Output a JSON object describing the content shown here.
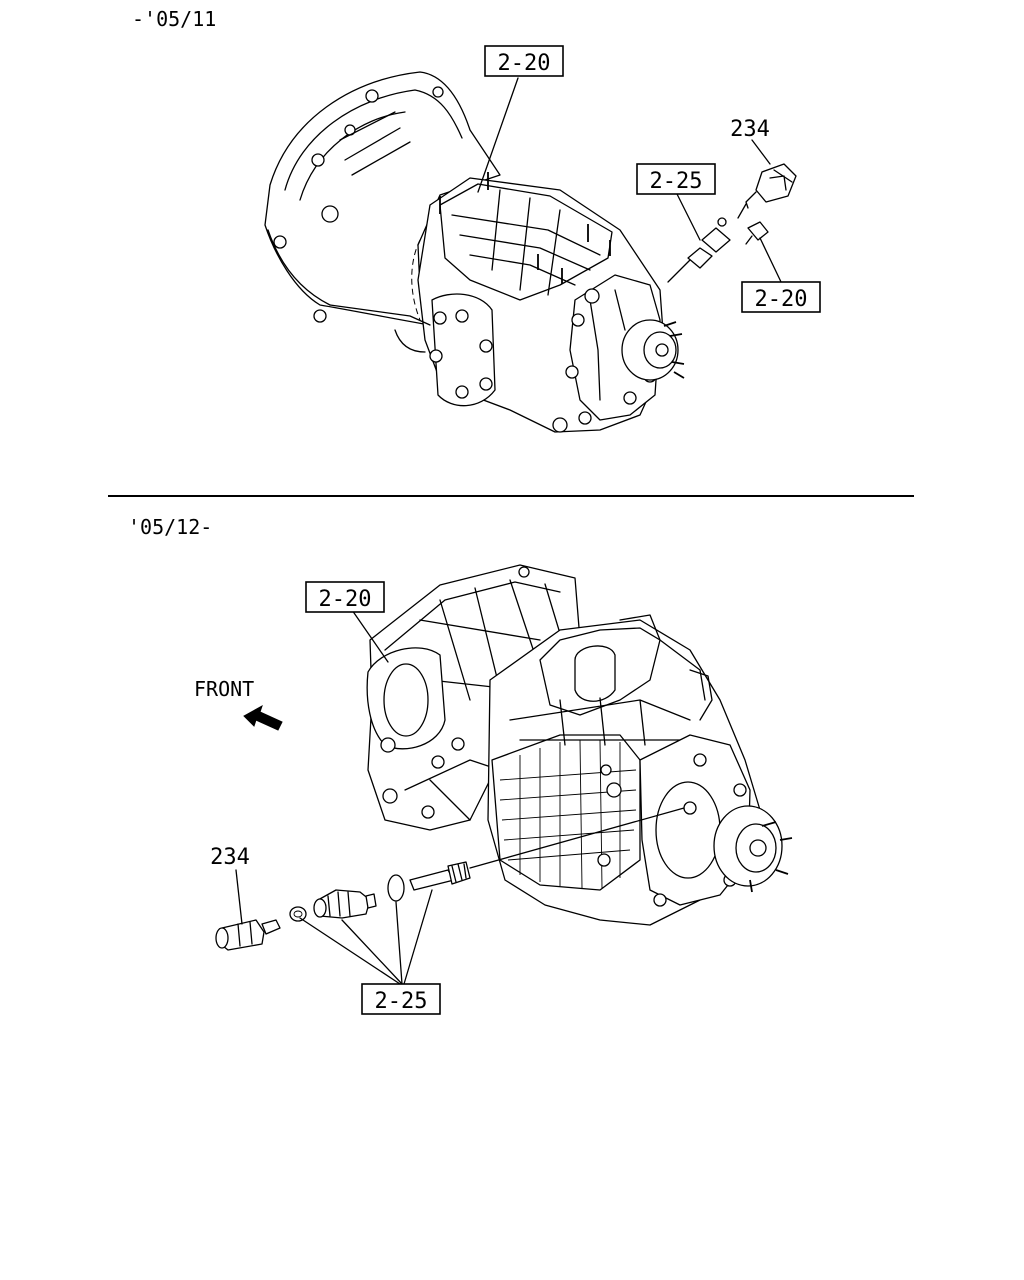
{
  "top_section": {
    "period_label": "-'05/11",
    "callouts": {
      "ref_case": "2-20",
      "ref_speedo_driven": "2-25",
      "part_sensor": "234",
      "ref_bolt": "2-20"
    }
  },
  "bottom_section": {
    "period_label": "'05/12-",
    "front_label": "FRONT",
    "callouts": {
      "ref_case": "2-20",
      "part_sensor": "234",
      "ref_speedo_kit": "2-25"
    }
  },
  "colors": {
    "ink": "#000000",
    "paper": "#ffffff"
  },
  "icons": {
    "front_arrow": "front-arrow-icon"
  }
}
